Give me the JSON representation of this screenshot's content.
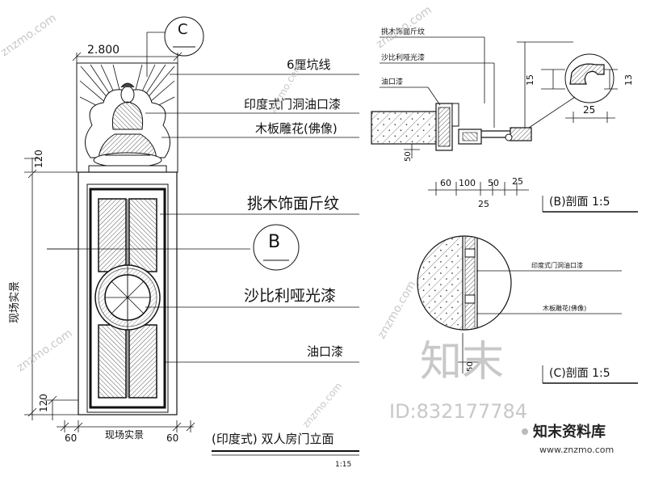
{
  "elevation": {
    "dim_top_width": "2.800",
    "callout_c": "C",
    "callout_b": "B",
    "labels": {
      "molding": "6厘坑线",
      "indian_door_head": "印度式门洞油口漆",
      "carved_buddha": "木板雕花(佛像)",
      "veneer": "挑木饰面斤纹",
      "matte_paint": "沙比利哑光漆",
      "oil_paint": "油口漆"
    },
    "dims": {
      "head_height": "120",
      "bottom_120": "120",
      "left_60": "60",
      "right_60": "60",
      "site_measure_width": "现场实景",
      "site_measure_height": "现场实景"
    },
    "title": "(印度式) 双人房门立面",
    "scale": "1:15"
  },
  "section_b": {
    "labels": {
      "veneer": "挑木饰面斤纹",
      "matte_paint": "沙比利哑光漆",
      "plaster": "油口漆"
    },
    "dims": {
      "d15": "15",
      "d13": "13",
      "d25_top": "25",
      "d50_side": "50",
      "d60": "60",
      "d100": "100",
      "d50": "50",
      "d25_right": "25",
      "d25_bottom": "25"
    },
    "title": "(B)剖面 1:5"
  },
  "section_c": {
    "labels": {
      "door_frame": "印度式门洞油口漆",
      "wood_board": "木板雕花(佛像)"
    },
    "dims": {
      "d50": "50"
    },
    "title": "(C)剖面 1:5"
  },
  "watermark": {
    "logo": "知末",
    "id": "ID:832177784",
    "brand": "知末资料库",
    "url": "www.znzmo.com",
    "diag": "znzmo.com"
  },
  "colors": {
    "ink": "#111111",
    "watermark": "#c8c8c8"
  }
}
